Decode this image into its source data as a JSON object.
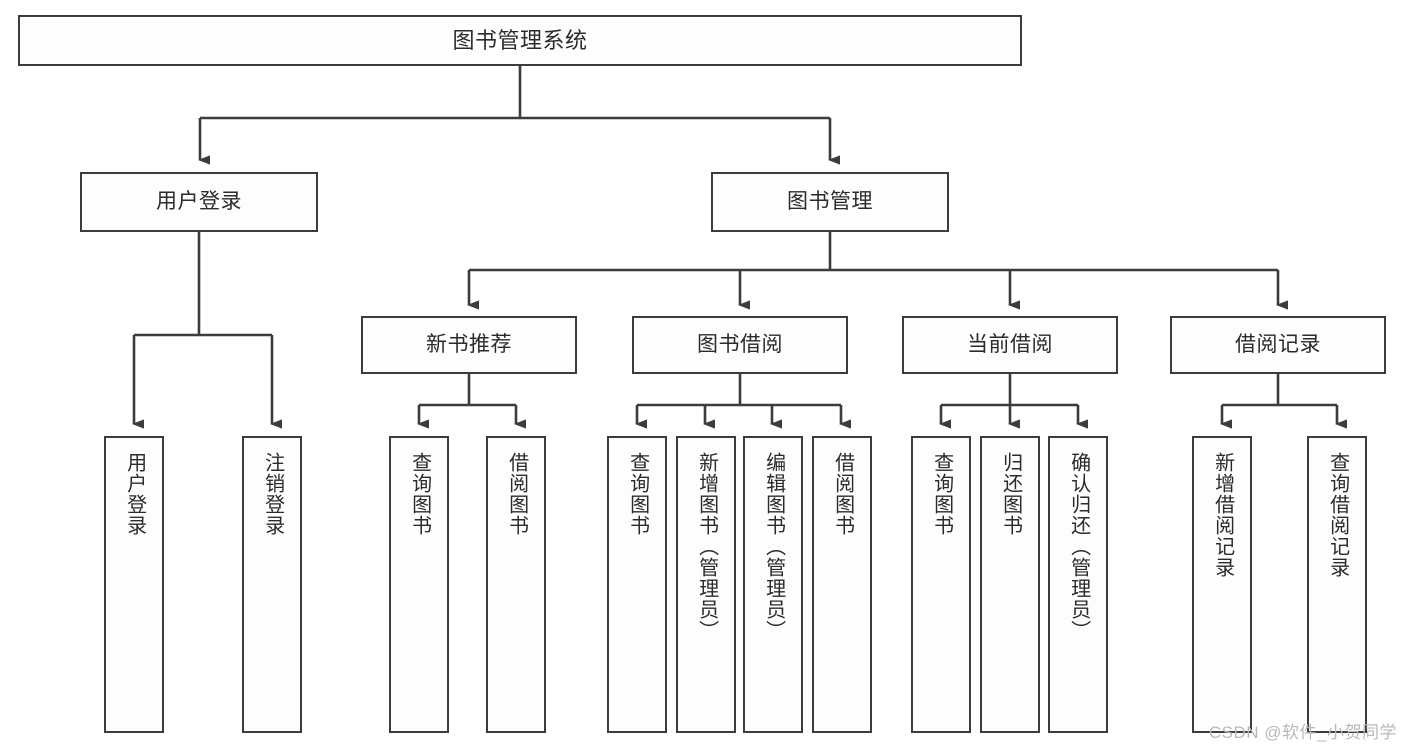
{
  "diagram": {
    "title": "图书管理系统",
    "type": "tree-hierarchy",
    "orientation": "top-down",
    "stroke_color": "#3c3c3c",
    "fill_color": "#fdfdfd",
    "text_color": "#2b2b2b",
    "background_color": "#ffffff"
  },
  "watermark": {
    "text": "CSDN @软件_小贺同学",
    "color": "#b9b9b9"
  },
  "nodes": {
    "root": {
      "label": "图书管理系统",
      "level": 0
    },
    "level1": [
      {
        "id": "user-login",
        "label": "用户登录"
      },
      {
        "id": "book-manage",
        "label": "图书管理"
      }
    ],
    "level2": [
      {
        "id": "new-book-recommend",
        "label": "新书推荐",
        "parent": "book-manage"
      },
      {
        "id": "book-borrow",
        "label": "图书借阅",
        "parent": "book-manage"
      },
      {
        "id": "current-borrow",
        "label": "当前借阅",
        "parent": "book-manage"
      },
      {
        "id": "borrow-record",
        "label": "借阅记录",
        "parent": "book-manage"
      }
    ],
    "leaves": {
      "user-login": [
        {
          "id": "leaf-user-login",
          "label": "用户登录"
        },
        {
          "id": "leaf-user-logout",
          "label": "注销登录"
        }
      ],
      "new-book-recommend": [
        {
          "id": "leaf-query-book-1",
          "label": "查询图书"
        },
        {
          "id": "leaf-borrow-book-1",
          "label": "借阅图书"
        }
      ],
      "book-borrow": [
        {
          "id": "leaf-query-book-2",
          "label": "查询图书"
        },
        {
          "id": "leaf-add-book",
          "label": "新增图书（管理员）"
        },
        {
          "id": "leaf-edit-book",
          "label": "编辑图书（管理员）"
        },
        {
          "id": "leaf-borrow-book-2",
          "label": "借阅图书"
        }
      ],
      "current-borrow": [
        {
          "id": "leaf-query-book-3",
          "label": "查询图书"
        },
        {
          "id": "leaf-return-book",
          "label": "归还图书"
        },
        {
          "id": "leaf-confirm-return",
          "label": "确认归还（管理员）"
        }
      ],
      "borrow-record": [
        {
          "id": "leaf-add-record",
          "label": "新增借阅记录"
        },
        {
          "id": "leaf-query-record",
          "label": "查询借阅记录"
        }
      ]
    }
  }
}
